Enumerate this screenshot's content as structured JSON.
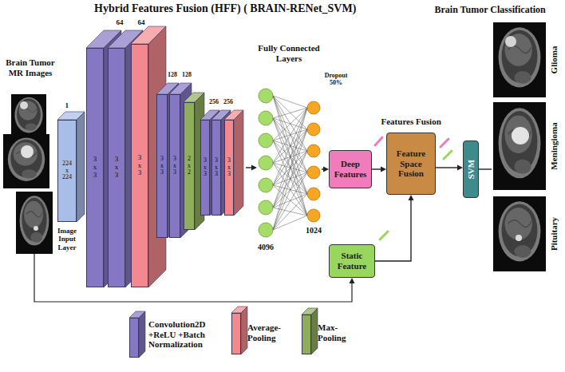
{
  "diagram": {
    "title": "Hybrid Features Fusion (HFF) ( BRAIN-RENet_SVM)",
    "nodes": [
      {
        "text": [
          "224 x 224"
        ]
      },
      {
        "text": [
          "3 x 3"
        ]
      },
      {
        "text": [
          "3 x 3"
        ]
      },
      {
        "text": [
          "3 x 3"
        ]
      },
      {
        "text": [
          "3 x 3"
        ]
      },
      {
        "text": [
          "3 x 3"
        ]
      },
      {
        "text": [
          "2 x 2"
        ]
      },
      {
        "text": [
          "3 x 3"
        ]
      },
      {
        "text": [
          "3 x 3"
        ]
      },
      {
        "text": [
          "3 x 3"
        ]
      },
      {
        "text": [
          "Deep Features"
        ]
      },
      {
        "text": [
          "Feature Space Fusion"
        ]
      },
      {
        "text": [
          "Static Feature"
        ]
      },
      {
        "text": [
          "SVM"
        ]
      }
    ],
    "edges": [
      {
        "from": 10,
        "to": 11,
        "arrow": "to"
      },
      {
        "from": 12,
        "to": 11,
        "arrow": "to"
      },
      {
        "from": 11,
        "to": 13,
        "arrow": "to"
      }
    ],
    "labels": [
      "Brain Tumor MR Images",
      "1",
      "64",
      "64",
      "128",
      "128",
      "256",
      "256",
      "Image Input Layer",
      "Fully Connected Layers",
      "Dropout 50%",
      "4096",
      "1024",
      "Features Fusion",
      "Brain Tumor Classification",
      "Glioma",
      "Meningioma",
      "Pituitary"
    ],
    "legend": [
      {
        "text": "Convolution2D +ReLU +Batch Normalization",
        "color": "#8577c4"
      },
      {
        "text": "Average-Pooling",
        "color": "#f3898e"
      },
      {
        "text": "Max-Pooling",
        "color": "#8fae5b"
      }
    ]
  }
}
